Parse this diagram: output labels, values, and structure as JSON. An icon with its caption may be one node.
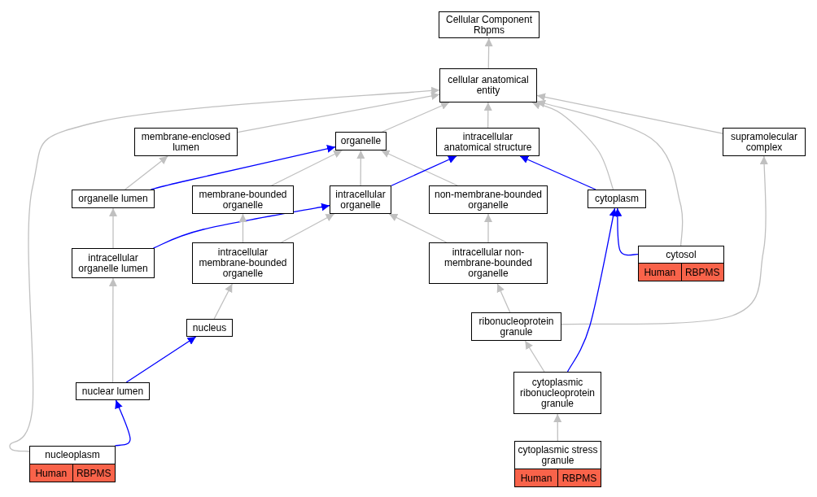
{
  "diagram": {
    "nodes": [
      {
        "text": [
          "Cellular Component Rbpms"
        ]
      },
      {
        "text": [
          "cellular anatomical entity"
        ]
      },
      {
        "text": [
          "membrane-enclosed lumen"
        ]
      },
      {
        "text": [
          "organelle"
        ]
      },
      {
        "text": [
          "intracellular anatomical structure"
        ]
      },
      {
        "text": [
          "supramolecular complex"
        ]
      },
      {
        "text": [
          "organelle lumen"
        ]
      },
      {
        "text": [
          "membrane-bounded organelle"
        ]
      },
      {
        "text": [
          "intracellular organelle"
        ]
      },
      {
        "text": [
          "non-membrane-bounded organelle"
        ]
      },
      {
        "text": [
          "cytoplasm"
        ]
      },
      {
        "text": [
          "intracellular organelle lumen"
        ]
      },
      {
        "text": [
          "intracellular membrane-bounded organelle"
        ]
      },
      {
        "text": [
          "intracellular non-membrane-bounded organelle"
        ]
      },
      {
        "text": [
          "cytosol",
          "Human",
          "RBPMS"
        ]
      },
      {
        "text": [
          "nucleus"
        ]
      },
      {
        "text": [
          "ribonucleoprotein granule"
        ]
      },
      {
        "text": [
          "nuclear lumen"
        ]
      },
      {
        "text": [
          "cytoplasmic ribonucleoprotein granule"
        ]
      },
      {
        "text": [
          "nucleoplasm",
          "Human",
          "RBPMS"
        ]
      },
      {
        "text": [
          "cytoplasmic stress granule",
          "Human",
          "RBPMS"
        ]
      }
    ],
    "edges": [
      {
        "from": 1,
        "to": 0,
        "arrow": "to"
      },
      {
        "from": 2,
        "to": 1,
        "arrow": "to"
      },
      {
        "from": 3,
        "to": 1,
        "arrow": "to"
      },
      {
        "from": 4,
        "to": 1,
        "arrow": "to"
      },
      {
        "from": 10,
        "to": 1,
        "arrow": "to"
      },
      {
        "from": 14,
        "to": 1,
        "arrow": "to"
      },
      {
        "from": 5,
        "to": 1,
        "arrow": "to"
      },
      {
        "from": 19,
        "to": 1,
        "arrow": "to"
      },
      {
        "from": 6,
        "to": 2,
        "arrow": "to"
      },
      {
        "from": 6,
        "to": 3,
        "arrow": "to",
        "color": "#0000ff"
      },
      {
        "from": 7,
        "to": 3,
        "arrow": "to"
      },
      {
        "from": 8,
        "to": 3,
        "arrow": "to"
      },
      {
        "from": 9,
        "to": 3,
        "arrow": "to"
      },
      {
        "from": 8,
        "to": 4,
        "arrow": "to",
        "color": "#0000ff"
      },
      {
        "from": 10,
        "to": 4,
        "arrow": "to",
        "color": "#0000ff"
      },
      {
        "from": 11,
        "to": 8,
        "arrow": "to",
        "color": "#0000ff"
      },
      {
        "from": 12,
        "to": 8,
        "arrow": "to"
      },
      {
        "from": 13,
        "to": 8,
        "arrow": "to"
      },
      {
        "from": 13,
        "to": 9,
        "arrow": "to"
      },
      {
        "from": 11,
        "to": 6,
        "arrow": "to"
      },
      {
        "from": 12,
        "to": 7,
        "arrow": "to"
      },
      {
        "from": 14,
        "to": 10,
        "arrow": "to",
        "color": "#0000ff"
      },
      {
        "from": 15,
        "to": 12,
        "arrow": "to"
      },
      {
        "from": 16,
        "to": 13,
        "arrow": "to"
      },
      {
        "from": 16,
        "to": 5,
        "arrow": "to"
      },
      {
        "from": 17,
        "to": 11,
        "arrow": "to"
      },
      {
        "from": 17,
        "to": 15,
        "arrow": "to",
        "color": "#0000ff"
      },
      {
        "from": 18,
        "to": 16,
        "arrow": "to"
      },
      {
        "from": 18,
        "to": 10,
        "arrow": "to",
        "color": "#0000ff"
      },
      {
        "from": 19,
        "to": 17,
        "arrow": "to",
        "color": "#0000ff"
      },
      {
        "from": 20,
        "to": 18,
        "arrow": "to"
      }
    ]
  }
}
